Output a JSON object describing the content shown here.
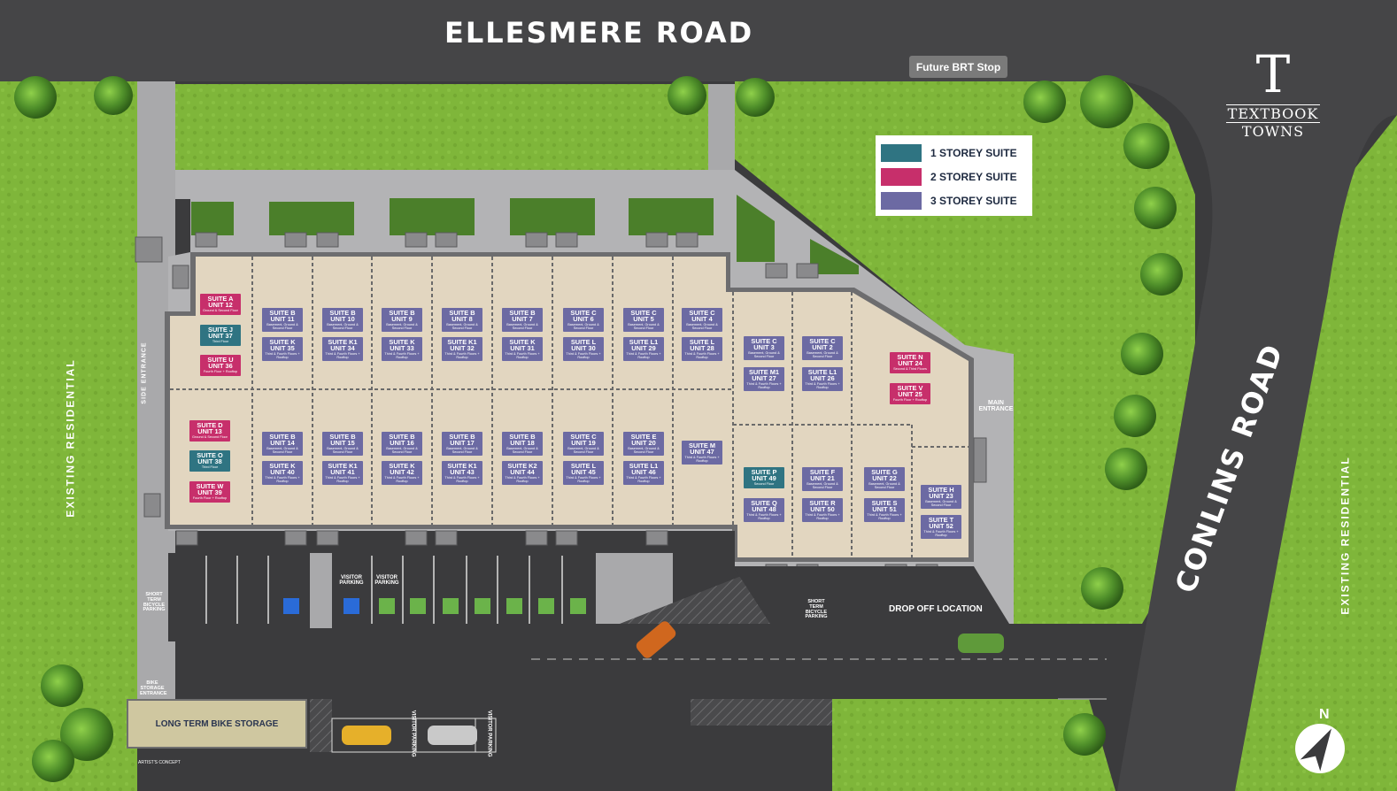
{
  "roads": {
    "north": "ELLESMERE ROAD",
    "east": "CONLINS ROAD"
  },
  "brt_stop": "Future BRT Stop",
  "logo": {
    "letter": "T",
    "line1": "TEXTBOOK",
    "line2": "TOWNS"
  },
  "legend": [
    {
      "label": "1 STOREY SUITE",
      "color": "#2f7482"
    },
    {
      "label": "2 STOREY SUITE",
      "color": "#c72f6b"
    },
    {
      "label": "3 STOREY SUITE",
      "color": "#6c6aa3"
    }
  ],
  "labels": {
    "existing_residential_west": "EXISTING RESIDENTIAL",
    "existing_residential_east": "EXISTING RESIDENTIAL",
    "side_entrance": "SIDE ENTRANCE",
    "main_entrance": "MAIN ENTRANCE",
    "drop_off": "DROP OFF LOCATION",
    "long_term_bike": "LONG TERM BIKE STORAGE",
    "short_term_bike_west": "SHORT TERM BICYCLE PARKING",
    "short_term_bike_east": "SHORT TERM BICYCLE PARKING",
    "bike_storage_entrance": "BIKE STORAGE ENTRANCE",
    "visitor_parking_1": "VISITOR PARKING",
    "visitor_parking_2": "VISITOR PARKING",
    "visitor_parking_3": "VISITOR PARKING",
    "visitor_parking_4": "VISITOR PARKING",
    "artist_concept": "ARTIST'S CONCEPT",
    "north_mark": "N"
  },
  "units": [
    {
      "suite": "SUITE A",
      "unit": "UNIT 12",
      "floors": "Ground & Second Floor",
      "color": "c2"
    },
    {
      "suite": "SUITE J",
      "unit": "UNIT 37",
      "floors": "Third Floor",
      "color": "c1"
    },
    {
      "suite": "SUITE U",
      "unit": "UNIT 36",
      "floors": "Fourth Floor + Rooftop",
      "color": "c2"
    },
    {
      "suite": "SUITE B",
      "unit": "UNIT 11",
      "floors": "Basement, Ground & Second Floor",
      "color": "c3"
    },
    {
      "suite": "SUITE K",
      "unit": "UNIT 35",
      "floors": "Third & Fourth Floors + Rooftop",
      "color": "c3"
    },
    {
      "suite": "SUITE B",
      "unit": "UNIT 10",
      "floors": "Basement, Ground & Second Floor",
      "color": "c3"
    },
    {
      "suite": "SUITE K1",
      "unit": "UNIT 34",
      "floors": "Third & Fourth Floors + Rooftop",
      "color": "c3"
    },
    {
      "suite": "SUITE B",
      "unit": "UNIT 9",
      "floors": "Basement, Ground & Second Floor",
      "color": "c3"
    },
    {
      "suite": "SUITE K",
      "unit": "UNIT 33",
      "floors": "Third & Fourth Floors + Rooftop",
      "color": "c3"
    },
    {
      "suite": "SUITE B",
      "unit": "UNIT 8",
      "floors": "Basement, Ground & Second Floor",
      "color": "c3"
    },
    {
      "suite": "SUITE K1",
      "unit": "UNIT 32",
      "floors": "Third & Fourth Floors + Rooftop",
      "color": "c3"
    },
    {
      "suite": "SUITE B",
      "unit": "UNIT 7",
      "floors": "Basement, Ground & Second Floor",
      "color": "c3"
    },
    {
      "suite": "SUITE K",
      "unit": "UNIT 31",
      "floors": "Third & Fourth Floors + Rooftop",
      "color": "c3"
    },
    {
      "suite": "SUITE C",
      "unit": "UNIT 6",
      "floors": "Basement, Ground & Second Floor",
      "color": "c3"
    },
    {
      "suite": "SUITE L",
      "unit": "UNIT 30",
      "floors": "Third & Fourth Floors + Rooftop",
      "color": "c3"
    },
    {
      "suite": "SUITE C",
      "unit": "UNIT 5",
      "floors": "Basement, Ground & Second Floor",
      "color": "c3"
    },
    {
      "suite": "SUITE L1",
      "unit": "UNIT 29",
      "floors": "Third & Fourth Floors + Rooftop",
      "color": "c3"
    },
    {
      "suite": "SUITE C",
      "unit": "UNIT 4",
      "floors": "Basement, Ground & Second Floor",
      "color": "c3"
    },
    {
      "suite": "SUITE L",
      "unit": "UNIT 28",
      "floors": "Third & Fourth Floors + Rooftop",
      "color": "c3"
    },
    {
      "suite": "SUITE C",
      "unit": "UNIT 3",
      "floors": "Basement, Ground & Second Floor",
      "color": "c3"
    },
    {
      "suite": "SUITE M1",
      "unit": "UNIT 27",
      "floors": "Third & Fourth Floors + Rooftop",
      "color": "c3"
    },
    {
      "suite": "SUITE C",
      "unit": "UNIT 2",
      "floors": "Basement, Ground & Second Floor",
      "color": "c3"
    },
    {
      "suite": "SUITE L1",
      "unit": "UNIT 26",
      "floors": "Third & Fourth Floors + Rooftop",
      "color": "c3"
    },
    {
      "suite": "SUITE N",
      "unit": "UNIT 24",
      "floors": "Second & Third Floors",
      "color": "c2"
    },
    {
      "suite": "SUITE V",
      "unit": "UNIT 25",
      "floors": "Fourth Floor + Rooftop",
      "color": "c2"
    },
    {
      "suite": "SUITE D",
      "unit": "UNIT 13",
      "floors": "Ground & Second Floor",
      "color": "c2"
    },
    {
      "suite": "SUITE O",
      "unit": "UNIT 38",
      "floors": "Third Floor",
      "color": "c1"
    },
    {
      "suite": "SUITE W",
      "unit": "UNIT 39",
      "floors": "Fourth Floor + Rooftop",
      "color": "c2"
    },
    {
      "suite": "SUITE B",
      "unit": "UNIT 14",
      "floors": "Basement, Ground & Second Floor",
      "color": "c3"
    },
    {
      "suite": "SUITE K",
      "unit": "UNIT 40",
      "floors": "Third & Fourth Floors + Rooftop",
      "color": "c3"
    },
    {
      "suite": "SUITE B",
      "unit": "UNIT 15",
      "floors": "Basement, Ground & Second Floor",
      "color": "c3"
    },
    {
      "suite": "SUITE K1",
      "unit": "UNIT 41",
      "floors": "Third & Fourth Floors + Rooftop",
      "color": "c3"
    },
    {
      "suite": "SUITE B",
      "unit": "UNIT 16",
      "floors": "Basement, Ground & Second Floor",
      "color": "c3"
    },
    {
      "suite": "SUITE K",
      "unit": "UNIT 42",
      "floors": "Third & Fourth Floors + Rooftop",
      "color": "c3"
    },
    {
      "suite": "SUITE B",
      "unit": "UNIT 17",
      "floors": "Basement, Ground & Second Floor",
      "color": "c3"
    },
    {
      "suite": "SUITE K1",
      "unit": "UNIT 43",
      "floors": "Third & Fourth Floors + Rooftop",
      "color": "c3"
    },
    {
      "suite": "SUITE B",
      "unit": "UNIT 18",
      "floors": "Basement, Ground & Second Floor",
      "color": "c3"
    },
    {
      "suite": "SUITE K2",
      "unit": "UNIT 44",
      "floors": "Third & Fourth Floors + Rooftop",
      "color": "c3"
    },
    {
      "suite": "SUITE C",
      "unit": "UNIT 19",
      "floors": "Basement, Ground & Second Floor",
      "color": "c3"
    },
    {
      "suite": "SUITE L",
      "unit": "UNIT 45",
      "floors": "Third & Fourth Floors + Rooftop",
      "color": "c3"
    },
    {
      "suite": "SUITE E",
      "unit": "UNIT 20",
      "floors": "Basement, Ground & Second Floor",
      "color": "c3"
    },
    {
      "suite": "SUITE L1",
      "unit": "UNIT 46",
      "floors": "Third & Fourth Floors + Rooftop",
      "color": "c3"
    },
    {
      "suite": "SUITE M",
      "unit": "UNIT 47",
      "floors": "Third & Fourth Floors + Rooftop",
      "color": "c3"
    },
    {
      "suite": "SUITE P",
      "unit": "UNIT 49",
      "floors": "Second Floor",
      "color": "c1"
    },
    {
      "suite": "SUITE Q",
      "unit": "UNIT 48",
      "floors": "Third & Fourth Floors + Rooftop",
      "color": "c3"
    },
    {
      "suite": "SUITE F",
      "unit": "UNIT 21",
      "floors": "Basement, Ground & Second Floor",
      "color": "c3"
    },
    {
      "suite": "SUITE R",
      "unit": "UNIT 50",
      "floors": "Third & Fourth Floors + Rooftop",
      "color": "c3"
    },
    {
      "suite": "SUITE G",
      "unit": "UNIT 22",
      "floors": "Basement, Ground & Second Floor",
      "color": "c3"
    },
    {
      "suite": "SUITE S",
      "unit": "UNIT 51",
      "floors": "Third & Fourth Floors + Rooftop",
      "color": "c3"
    },
    {
      "suite": "SUITE H",
      "unit": "UNIT 23",
      "floors": "Basement, Ground & Second Floor",
      "color": "c3"
    },
    {
      "suite": "SUITE T",
      "unit": "UNIT 52",
      "floors": "Third & Fourth Floors + Rooftop",
      "color": "c3"
    }
  ]
}
